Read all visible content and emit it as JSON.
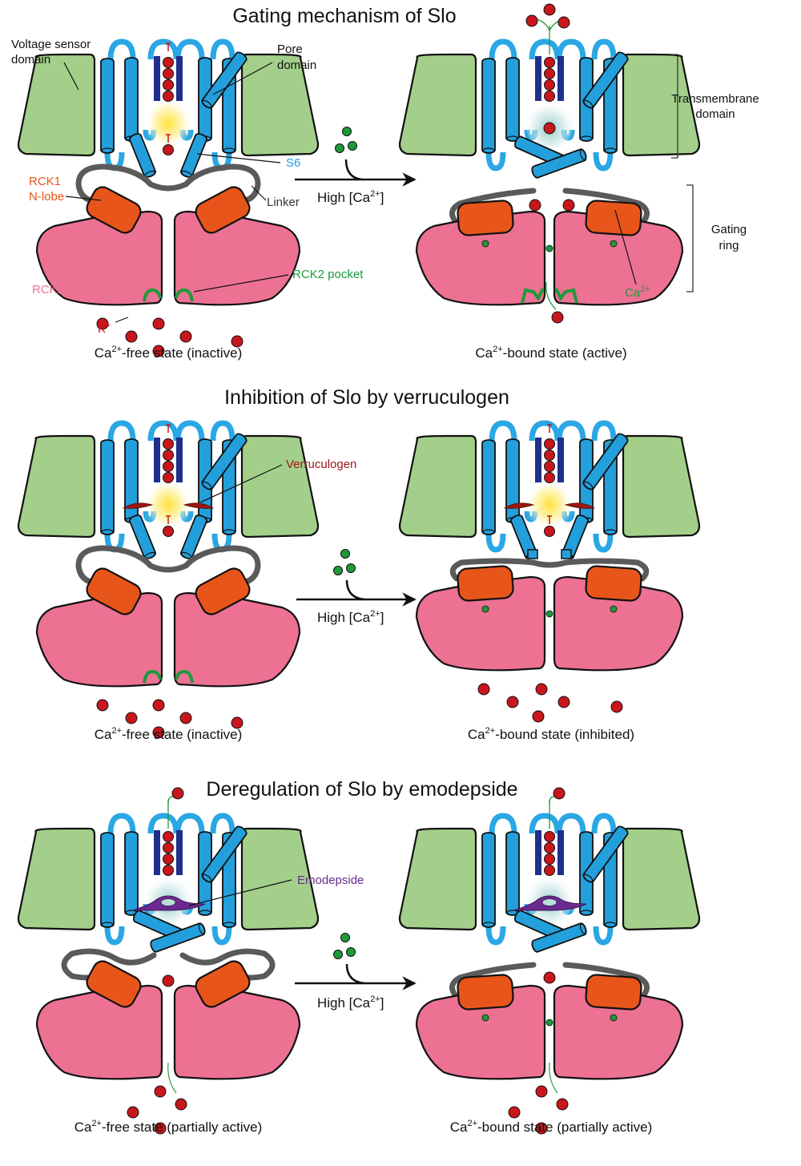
{
  "colors": {
    "voltage_sensor": "#a3cf8a",
    "helix": "#239fdb",
    "helix_loop": "#2aa7e4",
    "selectivity_filter": "#1f2f8c",
    "ion": "#c8161d",
    "rck1_nlobe": "#e8551a",
    "rck2": "#ec7193",
    "linker": "#5a5a5a",
    "calcium": "#1e9a3a",
    "pocket": "#1e9a3a",
    "verruculogen": "#9b1712",
    "emodepside": "#6b2a8f",
    "label_rck1": "#e8551a",
    "label_rck2": "#ec7193",
    "label_s6": "#239fdb",
    "label_pocket": "#1e9a3a",
    "label_k": "#c8161d",
    "label_verruculogen": "#9b1712",
    "label_emodepside": "#6b2a8f",
    "label_ca": "#1e9a3a",
    "outline": "#111111"
  },
  "panels": [
    {
      "title": "Gating mechanism of Slo",
      "arrow_label_main": "High [Ca",
      "arrow_label_sup": "2+",
      "arrow_label_end": "]",
      "left": {
        "caption_pre": "Ca",
        "caption_sup": "2+",
        "caption_post": "-free state (inactive)",
        "state": "closed",
        "drug": "none"
      },
      "right": {
        "caption_pre": "Ca",
        "caption_sup": "2+",
        "caption_post": "-bound state (active)",
        "state": "open",
        "drug": "none"
      },
      "annotations": {
        "voltage_sensor": "Voltage sensor",
        "voltage_sensor_2": "domain",
        "pore": "Pore",
        "pore_2": "domain",
        "s6": "S6",
        "rck1": "RCK1",
        "rck1_2": "N-lobe",
        "linker": "Linker",
        "rck2": "RCK2",
        "rck2_pocket": "RCK2 pocket",
        "k_ion": "K",
        "k_ion_sup": "+",
        "transmembrane": "Transmembrane",
        "transmembrane_2": "domain",
        "gating_ring": "Gating",
        "gating_ring_2": "ring",
        "ca_ion": "Ca",
        "ca_ion_sup": "2+"
      }
    },
    {
      "title": "Inhibition of Slo by verruculogen",
      "arrow_label_main": "High [Ca",
      "arrow_label_sup": "2+",
      "arrow_label_end": "]",
      "left": {
        "caption_pre": "Ca",
        "caption_sup": "2+",
        "caption_post": "-free state (inactive)",
        "state": "closed",
        "drug": "verruculogen"
      },
      "right": {
        "caption_pre": "Ca",
        "caption_sup": "2+",
        "caption_post": "-bound state (inhibited)",
        "state": "inhibited",
        "drug": "verruculogen"
      },
      "annotations": {
        "drug": "Verruculogen"
      }
    },
    {
      "title": "Deregulation of Slo by emodepside",
      "arrow_label_main": "High [Ca",
      "arrow_label_sup": "2+",
      "arrow_label_end": "]",
      "left": {
        "caption_pre": "Ca",
        "caption_sup": "2+",
        "caption_post": "-free state (partially active)",
        "state": "partial-closed",
        "drug": "emodepside"
      },
      "right": {
        "caption_pre": "Ca",
        "caption_sup": "2+",
        "caption_post": "-bound state (partially active)",
        "state": "partial-open",
        "drug": "emodepside"
      },
      "annotations": {
        "drug": "Emodepside"
      }
    }
  ]
}
